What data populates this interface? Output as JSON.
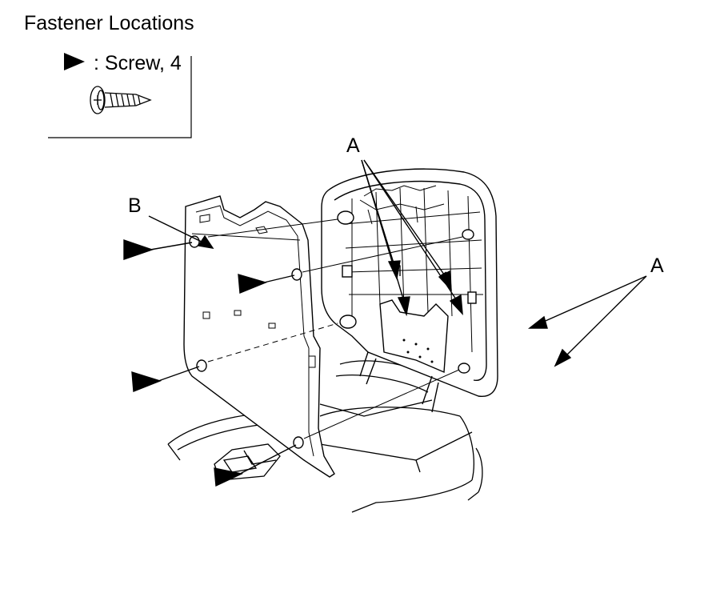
{
  "title": "Fastener Locations",
  "legend": {
    "symbol": "filled-triangle-arrow",
    "text": ": Screw, 4",
    "icon": "screw-icon"
  },
  "callouts": {
    "a_top": "A",
    "a_right": "A",
    "b": "B"
  },
  "colors": {
    "ink": "#000000",
    "background": "#ffffff"
  }
}
